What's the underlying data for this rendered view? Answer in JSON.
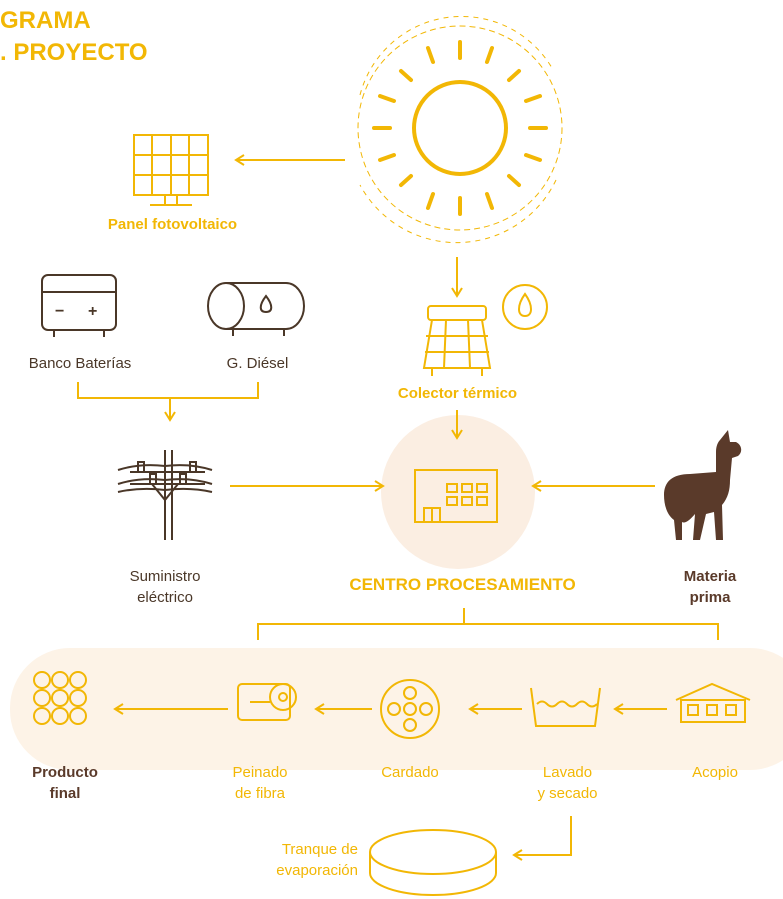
{
  "title": {
    "line1": "GRAMA",
    "line2": ". PROYECTO"
  },
  "labels": {
    "panel": "Panel fotovoltaico",
    "bateria": "Banco Baterías",
    "diesel": "G. Diésel",
    "colector": "Colector térmico",
    "suministro_1": "Suministro",
    "suministro_2": "eléctrico",
    "centro": "CENTRO PROCESAMIENTO",
    "materia_1": "Materia",
    "materia_2": "prima",
    "producto_1": "Producto",
    "producto_2": "final",
    "peinado_1": "Peinado",
    "peinado_2": "de fibra",
    "cardado": "Cardado",
    "lavado_1": "Lavado",
    "lavado_2": "y secado",
    "acopio": "Acopio",
    "tranque_1": "Tranque de",
    "tranque_2": "evaporación"
  },
  "battery_symbols": {
    "minus": "−",
    "plus": "+"
  },
  "colors": {
    "accent": "#f2b705",
    "dark": "#4a3728",
    "brown": "#5a3a2a",
    "band": "#fdf3e7",
    "circle": "#fbeee2"
  }
}
